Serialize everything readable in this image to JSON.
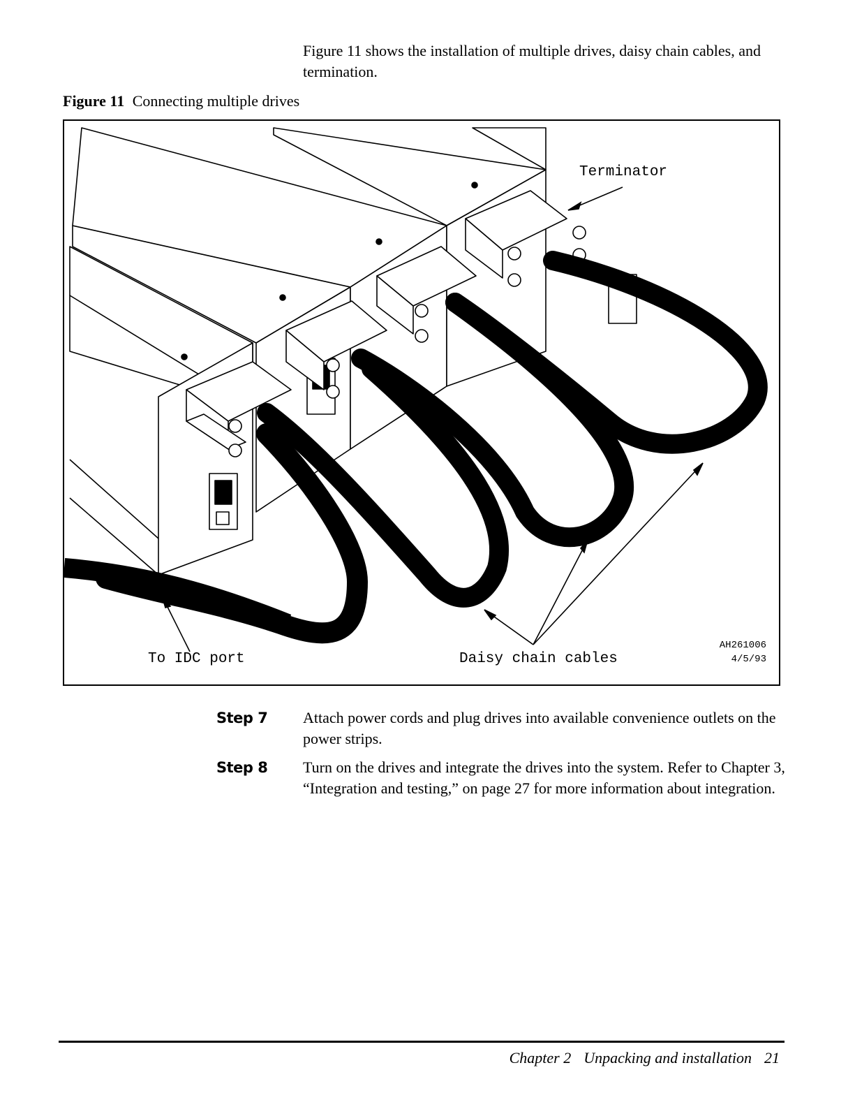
{
  "intro_text": "Figure 11 shows the installation of multiple drives, daisy chain cables, and termination.",
  "figure": {
    "number": "Figure 11",
    "caption": "Connecting multiple drives",
    "labels": {
      "terminator": "Terminator",
      "idc_port": "To IDC port",
      "daisy_chain": "Daisy chain cables",
      "drawing_id": "AH261006",
      "drawing_date": "4/5/93"
    }
  },
  "steps": [
    {
      "label": "Step 7",
      "text": "Attach power cords and plug drives into available convenience outlets on the power strips."
    },
    {
      "label": "Step 8",
      "text": "Turn on the drives and integrate the drives into the system. Refer to Chapter 3, “Integration and testing,” on page 27 for more information about integration."
    }
  ],
  "footer": {
    "chapter": "Chapter 2",
    "chapter_title": "Unpacking and installation",
    "page_number": "21"
  }
}
